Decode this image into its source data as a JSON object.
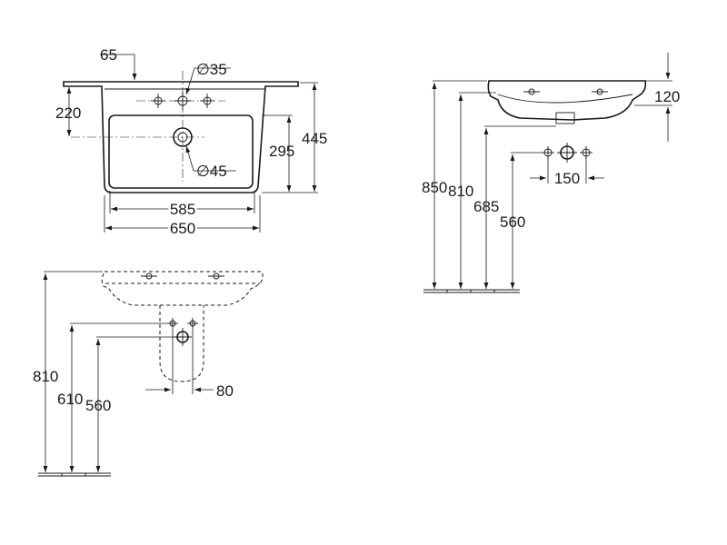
{
  "top_view": {
    "tap_offset": "65",
    "tap_hole_diameter": "∅35",
    "depth_to_drain": "220",
    "bowl_depth": "295",
    "overall_depth": "445",
    "drain_diameter": "∅45",
    "bowl_width": "585",
    "overall_width": "650"
  },
  "pedestal_view": {
    "rim_height": "810",
    "pedestal_top_height": "610",
    "waste_height": "560",
    "supply_spacing": "80"
  },
  "side_view": {
    "rim_height": "850",
    "basin_height": "810",
    "underside_height": "685",
    "waste_height": "560",
    "basin_depth": "120",
    "supply_spacing": "150"
  }
}
